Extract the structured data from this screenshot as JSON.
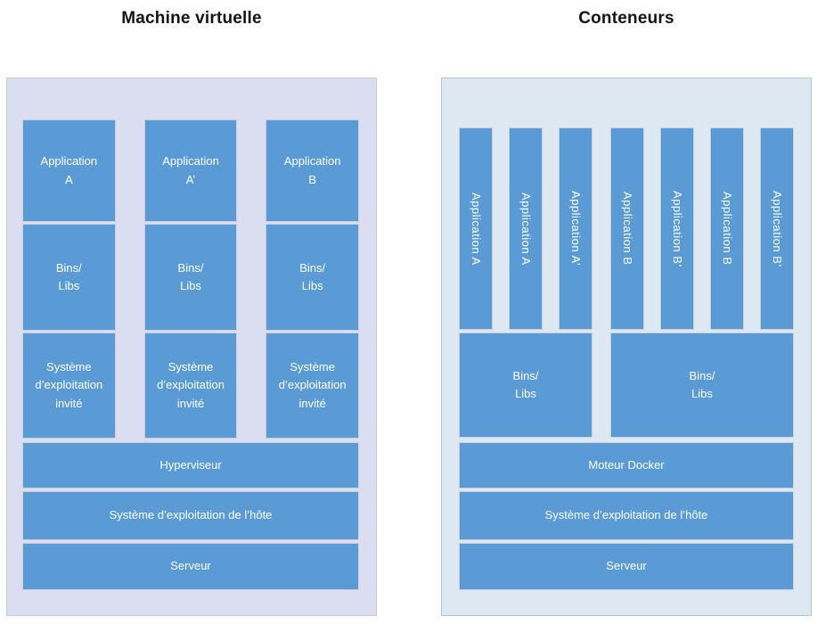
{
  "titles": {
    "vm": "Machine virtuelle",
    "containers": "Conteneurs"
  },
  "colors": {
    "box_blue": "#5b9bd5",
    "vm_panel_bg": "#dadef0",
    "containers_panel_bg": "#dde8f3",
    "box_text": "#ffffff",
    "title_text": "#141414"
  },
  "vm_panel": {
    "columns": [
      {
        "app": "Application\nA",
        "bins": "Bins/\nLibs",
        "guest_os": "Système\nd’exploitation\ninvité"
      },
      {
        "app": "Application\nA’",
        "bins": "Bins/\nLibs",
        "guest_os": "Système\nd’exploitation\ninvité"
      },
      {
        "app": "Application\nB",
        "bins": "Bins/\nLibs",
        "guest_os": "Système\nd’exploitation\ninvité"
      }
    ],
    "hypervisor": "Hyperviseur",
    "host_os": "Système d’exploitation de l’hôte",
    "server": "Serveur"
  },
  "containers_panel": {
    "app_groups": [
      {
        "apps": [
          "Application A",
          "Application A",
          "Application A’"
        ],
        "bins": "Bins/\nLibs"
      },
      {
        "apps": [
          "Application B",
          "Application B’",
          "Application B",
          "Application B’"
        ],
        "bins": "Bins/\nLibs"
      }
    ],
    "engine": "Moteur Docker",
    "host_os": "Système d’exploitation de l’hôte",
    "server": "Serveur"
  }
}
